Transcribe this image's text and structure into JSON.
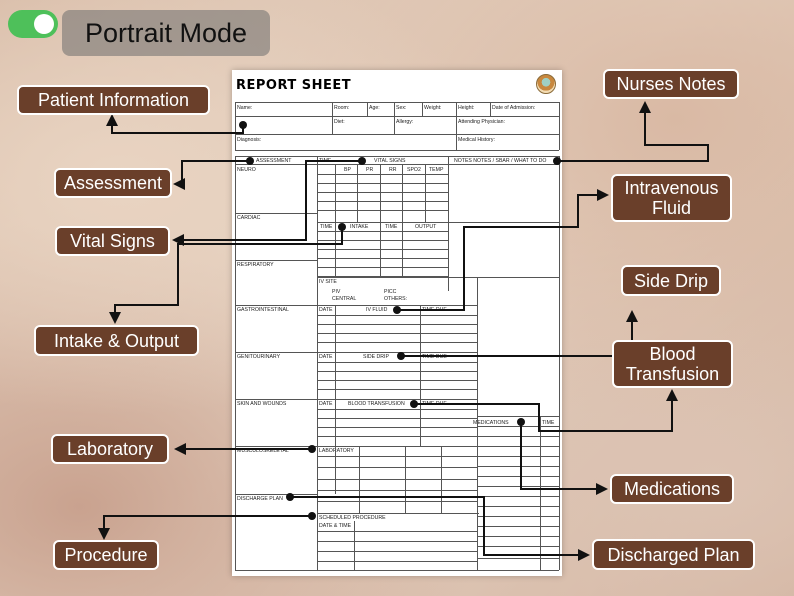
{
  "mode": {
    "label": "Portrait Mode",
    "toggle_on": true,
    "toggle_color": "#4ec05a"
  },
  "sheet": {
    "title": "REPORT SHEET",
    "header_fields": [
      "Name:",
      "Room:",
      "Age:",
      "Sex:",
      "Weight:",
      "Height:",
      "Date of Admission:",
      "Diet:",
      "Allergy:",
      "Attending Physician:",
      "Diagnosis:",
      "Medical History:"
    ],
    "sections": {
      "assessment": "ASSESSMENT",
      "time": "TIME",
      "vital_signs": "VITAL SIGNS",
      "notes": "NOTES NOTES / SBAR / WHAT TO DO",
      "neuro": "NEURO",
      "cardiac": "CARDIAC",
      "respiratory": "RESPIRATORY",
      "gastro": "GASTROINTESTINAL",
      "genito": "GENITOURINARY",
      "skin": "SKIN AND WOUNDS",
      "musculo": "MUSCULOSKELETAL",
      "discharge": "DISCHARGE PLAN"
    },
    "vitals_cols": [
      "BP",
      "PR",
      "RR",
      "SPO2",
      "TEMP"
    ],
    "io_cols": [
      "TIME",
      "INTAKE",
      "TIME",
      "OUTPUT"
    ],
    "iv": {
      "site": "IV SITE",
      "options": [
        "PIV",
        "PICC",
        "CENTRAL",
        "OTHERS:"
      ]
    },
    "subtables": {
      "date": "DATE",
      "iv_fluid": "IV FLUID",
      "time_due": "TIME DUE",
      "side_drip": "SIDE DRIP",
      "blood": "BLOOD TRANSFUSION",
      "medications": "MEDICATIONS",
      "time": "TIME",
      "laboratory": "LABORATORY",
      "scheduled": "SCHEDULED PROCEDURE",
      "date_time": "DATE & TIME"
    }
  },
  "callouts": {
    "patient_information": "Patient Information",
    "assessment": "Assessment",
    "vital_signs": "Vital Signs",
    "intake_output": "Intake & Output",
    "laboratory": "Laboratory",
    "procedure": "Procedure",
    "nurses_notes": "Nurses Notes",
    "intravenous_fluid": "Intravenous Fluid",
    "side_drip": "Side Drip",
    "blood_transfusion": "Blood Transfusion",
    "medications": "Medications",
    "discharged_plan": "Discharged Plan"
  },
  "colors": {
    "callout_bg": "#6a3f2a",
    "callout_text": "#ffffff",
    "connector": "#111111"
  }
}
